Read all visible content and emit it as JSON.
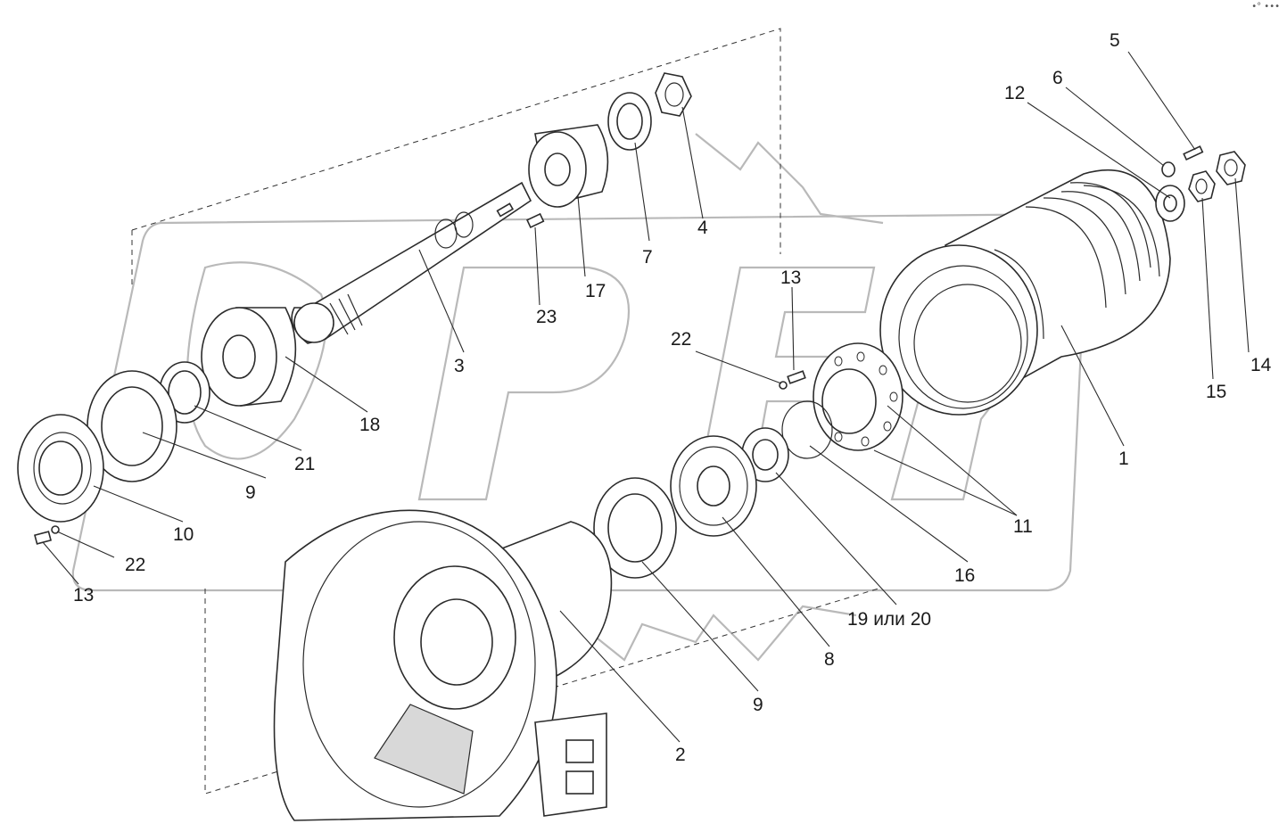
{
  "corner_mark": "•° •••",
  "labels": {
    "l1": "1",
    "l2": "2",
    "l3": "3",
    "l4": "4",
    "l5": "5",
    "l6": "6",
    "l7": "7",
    "l8": "8",
    "l9a": "9",
    "l9b": "9",
    "l10": "10",
    "l11": "11",
    "l12": "12",
    "l13a": "13",
    "l13b": "13",
    "l14": "14",
    "l15": "15",
    "l16": "16",
    "l17": "17",
    "l18": "18",
    "l1920": "19 или 20",
    "l21": "21",
    "l22a": "22",
    "l22b": "22",
    "l23": "23"
  }
}
